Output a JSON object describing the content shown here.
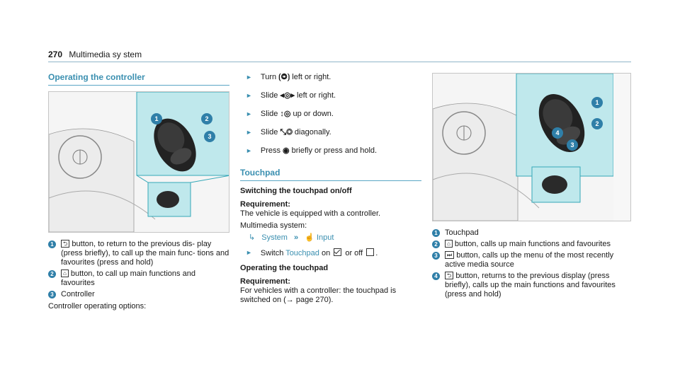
{
  "header": {
    "page_number": "270",
    "title": "Multimedia sy stem"
  },
  "col1": {
    "heading": "Operating the controller",
    "figure_callouts": [
      "1",
      "2",
      "3"
    ],
    "items": [
      {
        "num": "1",
        "glyph": "⮌",
        "text": "button, to return to the previous dis- play (press briefly), to call up the main func- tions and favourites (press and hold)"
      },
      {
        "num": "2",
        "glyph": "⌂",
        "text": "button, to call up main functions and favourites"
      },
      {
        "num": "3",
        "glyph": "",
        "text": "Controller"
      }
    ],
    "options_text": "Controller operating options:"
  },
  "col2": {
    "steps": [
      {
        "arrow": "►",
        "pre": "Turn",
        "glyph": "⟮◎⟯",
        "post": "left or right."
      },
      {
        "arrow": "►",
        "pre": "Slide",
        "glyph": "◂◎▸",
        "post": "left or right."
      },
      {
        "arrow": "►",
        "pre": "Slide",
        "glyph": "↕◎",
        "post": "up or down."
      },
      {
        "arrow": "►",
        "pre": "Slide",
        "glyph": "⤡◎",
        "post": "diagonally."
      },
      {
        "arrow": "►",
        "pre": "Press",
        "glyph": "◉",
        "post": "briefly or press and hold."
      }
    ],
    "touchpad_heading": "Touchpad",
    "switch_heading": "Switching the touchpad on/off",
    "req_label": "Requirement:",
    "req_text": "The vehicle is equipped with a controller.",
    "ms_label": "Multimedia system:",
    "path": {
      "lead": "↳",
      "system": "System",
      "input_icon": "☝",
      "input": "Input"
    },
    "switch_step": {
      "pre": "Switch",
      "link": "Touchpad",
      "on": "on",
      "or_off": "or off",
      "end": "."
    },
    "op_heading": "Operating the touchpad",
    "req2_label": "Requirement:",
    "req2_text": "For vehicles with a controller: the touchpad is switched on (→ page 270)."
  },
  "col3": {
    "figure_callouts": [
      "1",
      "2",
      "3",
      "4"
    ],
    "items": [
      {
        "num": "1",
        "glyph": "",
        "text": "Touchpad"
      },
      {
        "num": "2",
        "glyph": "⌂",
        "text": "button, calls up main functions and favourites"
      },
      {
        "num": "3",
        "glyph": "⏭",
        "text": "button, calls up the menu of the most recently active media source"
      },
      {
        "num": "4",
        "glyph": "⮌",
        "text": "button, returns to the previous display (press briefly), calls up the main functions and favourites (press and hold)"
      }
    ]
  },
  "colors": {
    "accent": "#3a8fb0",
    "callout": "#2f7fa8",
    "highlight": "#bfe8ec"
  }
}
